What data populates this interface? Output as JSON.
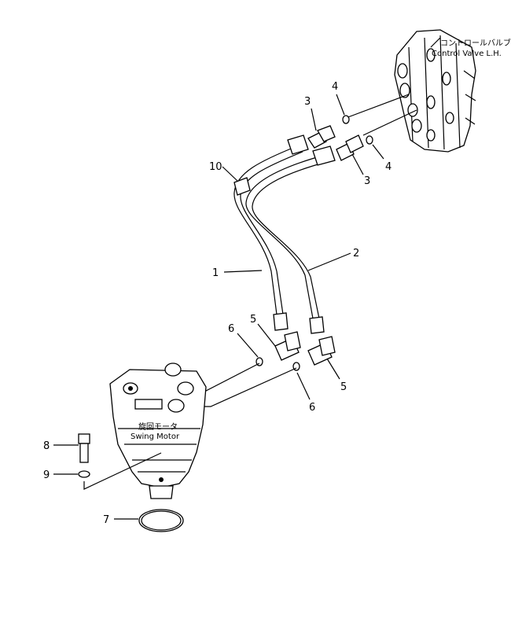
{
  "components": {
    "control_valve": {
      "label_jp": "コントロールバルブ 左",
      "label_en": "Control Valve L.H."
    },
    "swing_motor": {
      "label_jp": "旋回モータ",
      "label_en": "Swing Motor"
    }
  },
  "callouts": {
    "c1": "1",
    "c2": "2",
    "c3a": "3",
    "c3b": "3",
    "c4a": "4",
    "c4b": "4",
    "c5a": "5",
    "c5b": "5",
    "c6a": "6",
    "c6b": "6",
    "c7": "7",
    "c8": "8",
    "c9": "9",
    "c10": "10"
  }
}
